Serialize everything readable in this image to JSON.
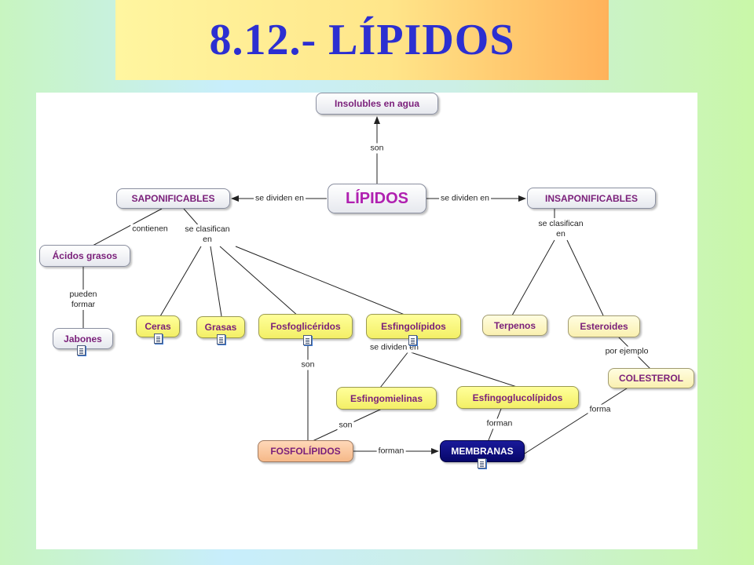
{
  "title": "8.12.- LÍPIDOS",
  "nodes": {
    "insolubles": "Insolubles en agua",
    "lipidos": "LÍPIDOS",
    "saponificables": "SAPONIFICABLES",
    "insaponificables": "INSAPONIFICABLES",
    "acidos_grasos": "Ácidos grasos",
    "jabones": "Jabones",
    "ceras": "Ceras",
    "grasas": "Grasas",
    "fosfogliceridos": "Fosfoglicéridos",
    "esfingolipidos": "Esfingolípidos",
    "terpenos": "Terpenos",
    "esteroides": "Esteroides",
    "colesterol": "COLESTEROL",
    "esfingomielinas": "Esfingomielinas",
    "esfingoglucolipidos": "Esfingoglucolípidos",
    "fosfolipidos": "FOSFOLÍPIDOS",
    "membranas": "MEMBRANAS"
  },
  "links": {
    "son_top": "son",
    "se_dividen_en_left": "se dividen en",
    "se_dividen_en_right": "se dividen en",
    "contienen": "contienen",
    "se_clasifican_en_left": "se clasifican\nen",
    "se_clasifican_en_right": "se clasifican\nen",
    "pueden_formar": "pueden\nformar",
    "son_fosfo": "son",
    "se_dividen_en_esfingo": "se dividen en",
    "por_ejemplo": "por ejemplo",
    "forma": "forma",
    "son_esfingo": "son",
    "forman_glu": "forman",
    "forman_fosfo": "forman"
  },
  "colors": {
    "title_text": "#2c2fd1",
    "node_text": "#7a1f7a",
    "lipidos_text": "#b020b0",
    "membranas_bg": "#07076a",
    "yellow_node": "#f3ef66",
    "fosfolipidos_bg": "#f5b888"
  },
  "icons": [
    "document-icon"
  ]
}
